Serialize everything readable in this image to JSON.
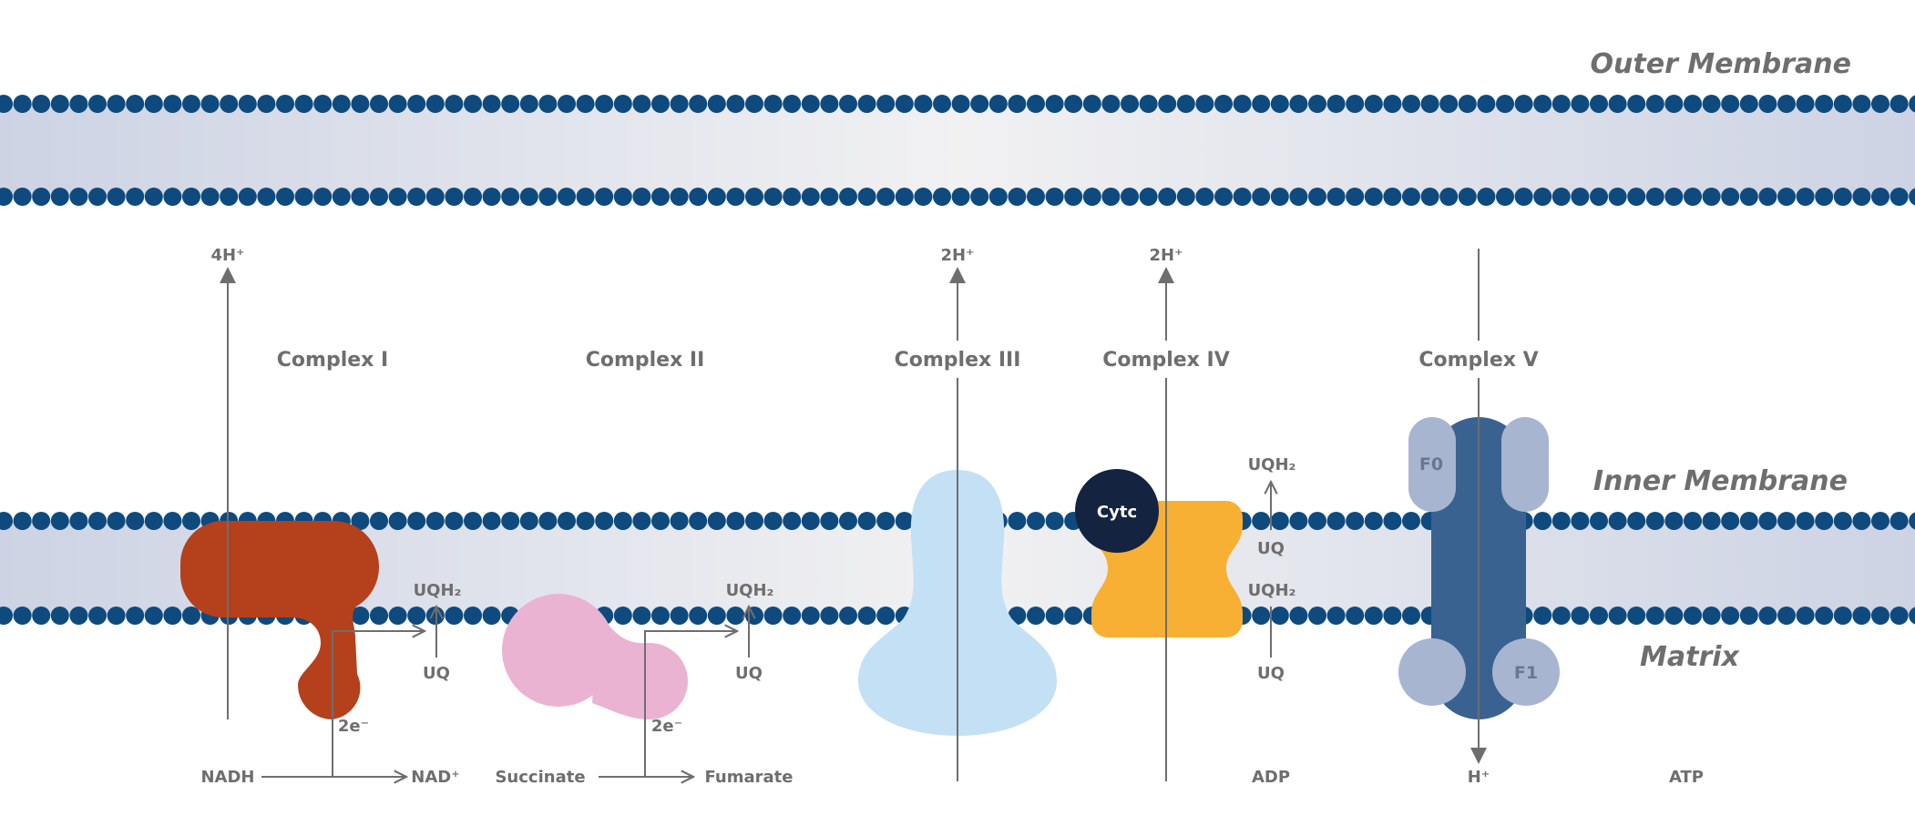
{
  "regions": {
    "outer_membrane": "Outer Membrane",
    "inner_membrane": "Inner Membrane",
    "matrix": "Matrix"
  },
  "complexes": {
    "c1": "Complex I",
    "c2": "Complex II",
    "c3": "Complex III",
    "c4": "Complex IV",
    "c5": "Complex V"
  },
  "protons": {
    "c1": "4H⁺",
    "c3": "2H⁺",
    "c4": "2H⁺",
    "c5": "H⁺"
  },
  "labels": {
    "cytc": "Cytc",
    "f0": "F0",
    "f1": "F1",
    "uqh2_c1": "UQH₂",
    "uq_c1": "UQ",
    "uqh2_c2": "UQH₂",
    "uq_c2": "UQ",
    "uqh2_c4_top": "UQH₂",
    "uq_c4_mid": "UQ",
    "uqh2_c4_bottom": "UQH₂",
    "uq_c4_bottom": "UQ",
    "two_e_c1": "2e⁻",
    "two_e_c2": "2e⁻"
  },
  "substrates": {
    "nadh": "NADH",
    "nad": "NAD⁺",
    "succinate": "Succinate",
    "fumarate": "Fumarate",
    "adp": "ADP",
    "atp": "ATP"
  },
  "colors": {
    "lipid_head": "#0e4a7e",
    "membrane_fill_edge": "#cdd3e4",
    "membrane_fill_center": "#f1f1f2",
    "complex_1": "#b5401c",
    "complex_2": "#ebb3d2",
    "complex_3": "#c4e0f5",
    "complex_4": "#f7b034",
    "cytc": "#14233f",
    "complex_5": "#3a6290",
    "complex_5_subunit": "#a8b5d1",
    "text": "#6e6e6e"
  }
}
